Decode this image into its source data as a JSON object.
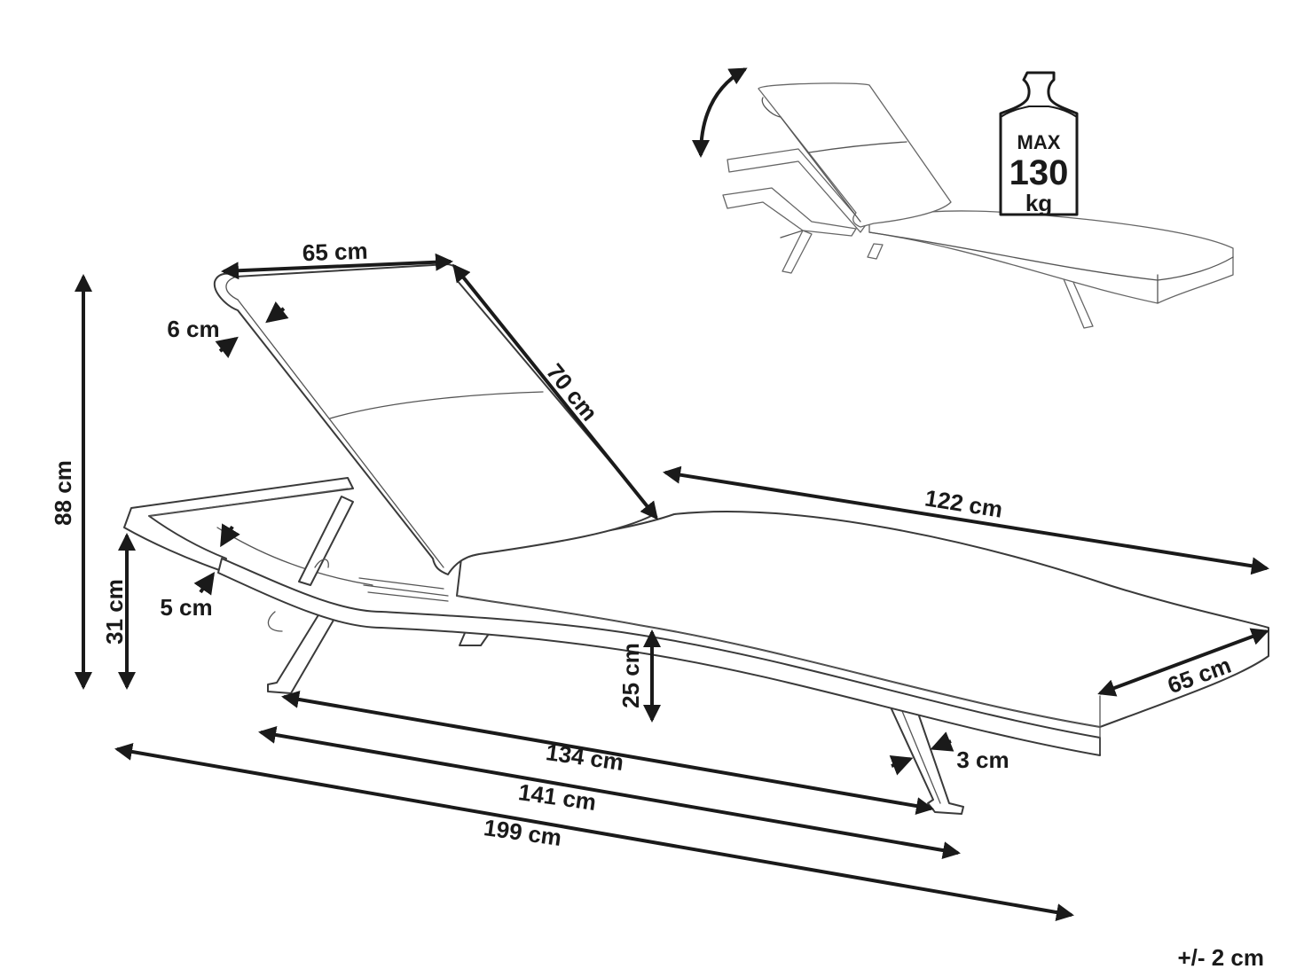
{
  "dimensions": {
    "backrest_width": "65 cm",
    "backrest_length": "70 cm",
    "cushion_thickness": "6 cm",
    "total_height": "88 cm",
    "seat_length": "122 cm",
    "frame_height": "31 cm",
    "frame_thickness": "5 cm",
    "leg_height": "25 cm",
    "seat_width": "65 cm",
    "leg_thickness": "3 cm",
    "leg_span": "134 cm",
    "frame_length": "141 cm",
    "total_length": "199 cm"
  },
  "max_load": {
    "label": "MAX",
    "value": "130",
    "unit": "kg"
  },
  "tolerance": "+/- 2 cm"
}
